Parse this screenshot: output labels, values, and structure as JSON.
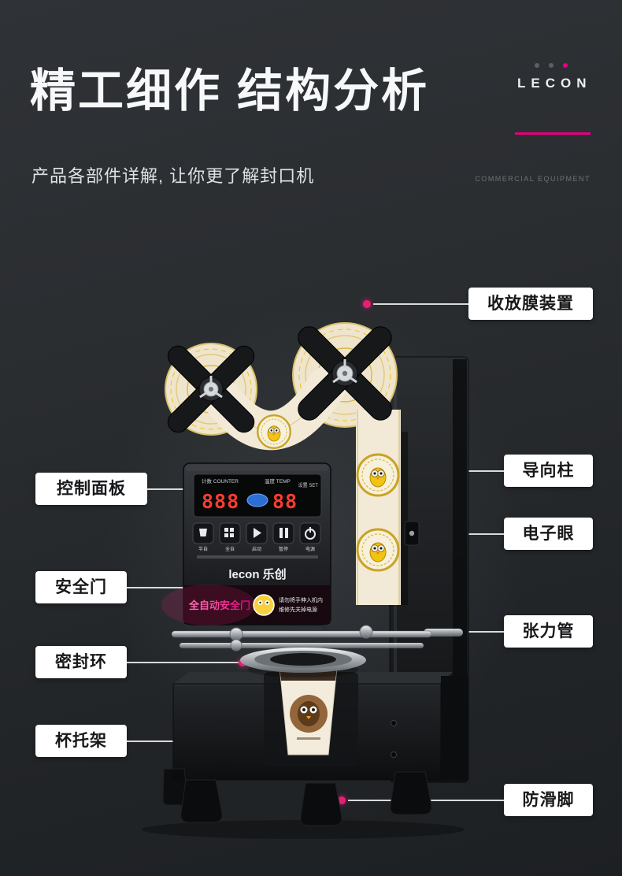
{
  "page": {
    "title": "精工细作 结构分析",
    "subtitle": "产品各部件详解, 让你更了解封口机",
    "brand": "LECON",
    "tagline": "COMMERCIAL EQUIPMENT",
    "colors": {
      "accent": "#E6007E",
      "background": "#2A2D30",
      "label_background": "#FFFFFF",
      "label_text": "#17181A"
    }
  },
  "callouts": [
    {
      "id": "film-device",
      "label": "收放膜装置",
      "side": "right"
    },
    {
      "id": "guide-column",
      "label": "导向柱",
      "side": "right"
    },
    {
      "id": "electronic-eye",
      "label": "电子眼",
      "side": "right"
    },
    {
      "id": "tension-tube",
      "label": "张力管",
      "side": "right"
    },
    {
      "id": "anti-slip-feet",
      "label": "防滑脚",
      "side": "right"
    },
    {
      "id": "control-panel",
      "label": "控制面板",
      "side": "left"
    },
    {
      "id": "safety-door",
      "label": "安全门",
      "side": "left"
    },
    {
      "id": "sealing-ring",
      "label": "密封环",
      "side": "left"
    },
    {
      "id": "cup-holder",
      "label": "杯托架",
      "side": "left"
    }
  ],
  "machine": {
    "panel": {
      "counter_label": "计数 COUNTER",
      "temp_label": "温度 TEMP",
      "set_label": "设置 SET",
      "counter_value": "888",
      "temp_value": "88",
      "buttons": [
        "半自",
        "全自",
        "启动",
        "暂停",
        "电源"
      ],
      "logo": "lecon 乐创",
      "safety_text": "全自动安全门",
      "warning_line1": "请勿将手伸入机内",
      "warning_line2": "维修先关掉电源"
    }
  }
}
